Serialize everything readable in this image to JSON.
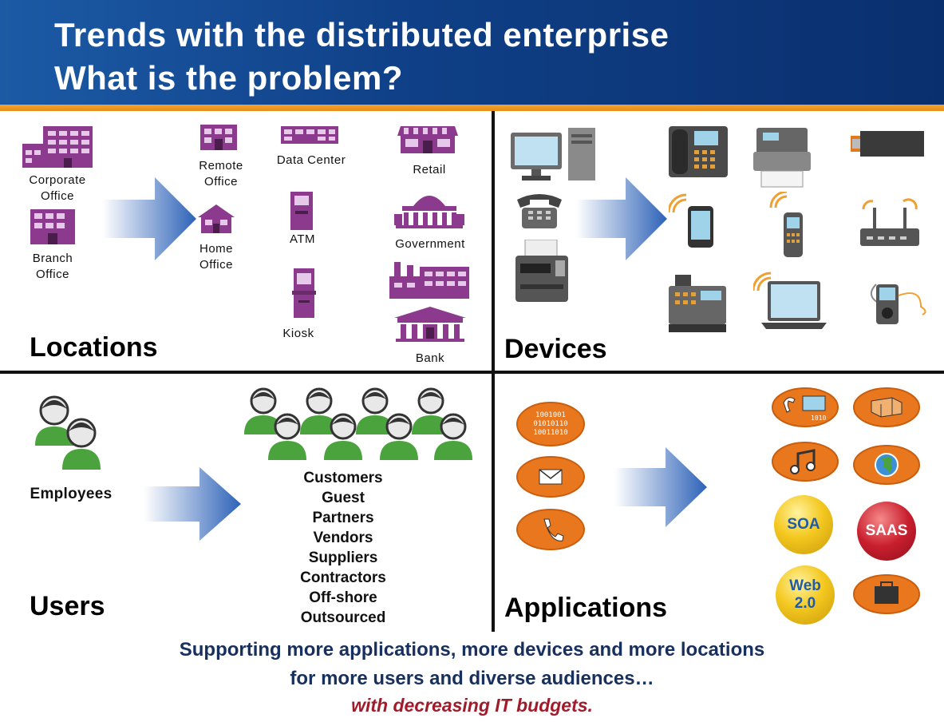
{
  "header": {
    "line1": "Trends with the distributed enterprise",
    "line2": "What is the problem?"
  },
  "locations": {
    "title": "Locations",
    "corporate_office": "Corporate\nOffice",
    "branch_office": "Branch\nOffice",
    "remote_office": "Remote\nOffice",
    "home_office": "Home\nOffice",
    "data_center": "Data Center",
    "atm": "ATM",
    "kiosk": "Kiosk",
    "retail": "Retail",
    "government": "Government",
    "bank": "Bank"
  },
  "devices": {
    "title": "Devices"
  },
  "users": {
    "title": "Users",
    "employees": "Employees",
    "groups": [
      "Customers",
      "Guest",
      "Partners",
      "Vendors",
      "Suppliers",
      "Contractors",
      "Off-shore",
      "Outsourced"
    ]
  },
  "applications": {
    "title": "Applications",
    "soa": "SOA",
    "saas": "SAAS",
    "web20": "Web\n2.0"
  },
  "footer": {
    "line1": "Supporting more applications, more devices and more locations",
    "line2": "for more users and diverse audiences…",
    "line3": "with decreasing IT budgets."
  },
  "colors": {
    "header_blue": "#0f3f86",
    "accent_orange": "#e88b16",
    "building_purple": "#8c3a8e",
    "user_green": "#4aa33c",
    "footer_navy": "#17305e",
    "footer_red": "#a01c2b"
  }
}
